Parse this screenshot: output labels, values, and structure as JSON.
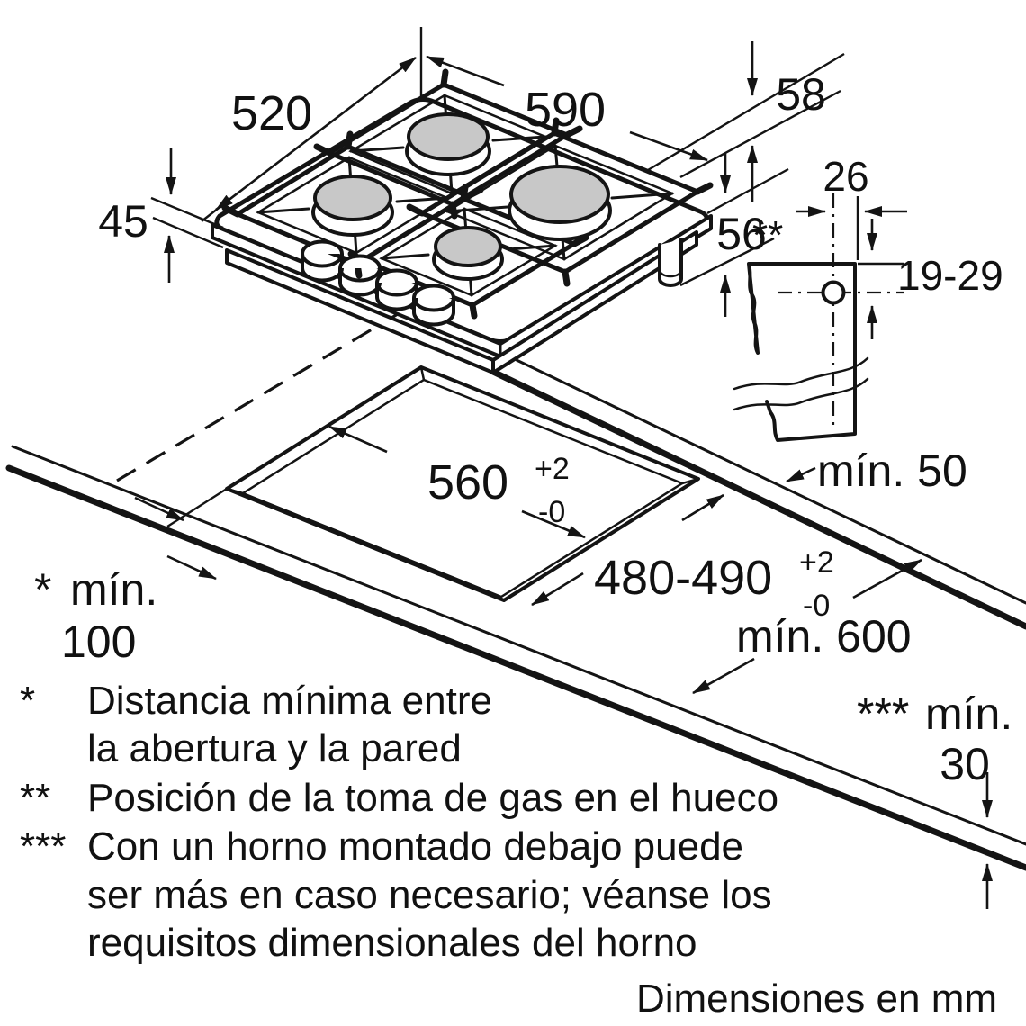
{
  "labels": {
    "hob_depth": "520",
    "hob_width": "590",
    "hob_height": "45",
    "rear_clearance": "58",
    "install_depth": "56",
    "gas_offset": "26",
    "gas_marker": "**",
    "gas_vertical_range": "19-29",
    "min_side_clearance": "mín. 50",
    "cutout_width": {
      "main": "560",
      "sup": "+2",
      "sub": "-0"
    },
    "cutout_depth": {
      "main": "480-490",
      "sup": "+2",
      "sub": "-0"
    },
    "min_wall": {
      "marker": "*",
      "label": "mín.",
      "value": "100"
    },
    "min_worktop_depth": "mín. 600",
    "min_thickness": {
      "marker": "***",
      "label": "mín.",
      "value": "30"
    }
  },
  "footnotes": [
    {
      "marker": "*",
      "lines": [
        "Distancia mínima entre",
        "la abertura y la pared"
      ]
    },
    {
      "marker": "**",
      "lines": [
        "Posición de la toma de gas en el hueco"
      ]
    },
    {
      "marker": "***",
      "lines": [
        "Con un horno montado debajo puede",
        "ser más en caso necesario; véanse los",
        "requisitos dimensionales del horno"
      ]
    }
  ],
  "units_note": "Dimensiones en mm"
}
